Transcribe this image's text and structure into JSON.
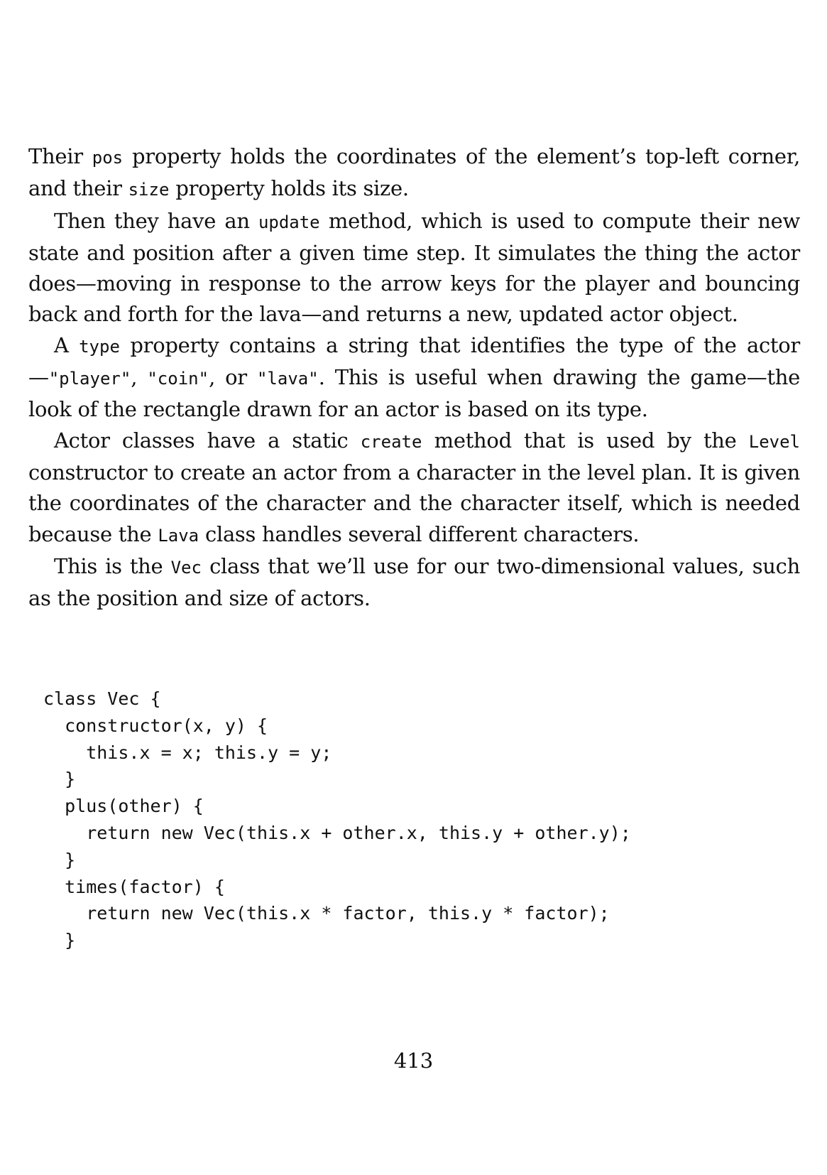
{
  "paragraphs": [
    {
      "id": "p1",
      "indent": false,
      "runs": [
        {
          "t": "Their "
        },
        {
          "c": "pos"
        },
        {
          "t": " property holds the coordinates of the element’s top-left corner, and their "
        },
        {
          "c": "size"
        },
        {
          "t": " property holds its size."
        }
      ]
    },
    {
      "id": "p2",
      "indent": true,
      "runs": [
        {
          "t": "Then they have an "
        },
        {
          "c": "update"
        },
        {
          "t": " method, which is used to compute their new state and position after a given time step. It simulates the thing the actor does—moving in response to the arrow keys for the player and bouncing back and forth for the lava—and returns a new, updated actor object."
        }
      ]
    },
    {
      "id": "p3",
      "indent": true,
      "runs": [
        {
          "t": "A "
        },
        {
          "c": "type"
        },
        {
          "t": " property contains a string that identifies the type of the actor—"
        },
        {
          "c": "\"player\""
        },
        {
          "t": ", "
        },
        {
          "c": "\"coin\""
        },
        {
          "t": ", or "
        },
        {
          "c": "\"lava\""
        },
        {
          "t": ". This is useful when drawing the game—the look of the rectangle drawn for an actor is based on its type."
        }
      ]
    },
    {
      "id": "p4",
      "indent": true,
      "runs": [
        {
          "t": "Actor classes have a static "
        },
        {
          "c": "create"
        },
        {
          "t": " method that is used by the "
        },
        {
          "c": "Level"
        },
        {
          "t": " constructor to create an actor from a character in the level plan. It is given the coordinates of the character and the character itself, which is needed because the "
        },
        {
          "c": "Lava"
        },
        {
          "t": " class handles several different characters."
        }
      ]
    },
    {
      "id": "p5",
      "indent": true,
      "runs": [
        {
          "t": "This is the "
        },
        {
          "c": "Vec"
        },
        {
          "t": " class that we’ll use for our two-dimensional values, such as the position and size of actors."
        }
      ]
    }
  ],
  "code": [
    "class Vec {",
    "  constructor(x, y) {",
    "    this.x = x; this.y = y;",
    "  }",
    "  plus(other) {",
    "    return new Vec(this.x + other.x, this.y + other.y);",
    "  }",
    "  times(factor) {",
    "    return new Vec(this.x * factor, this.y * factor);",
    "  }"
  ],
  "page_number": "413"
}
